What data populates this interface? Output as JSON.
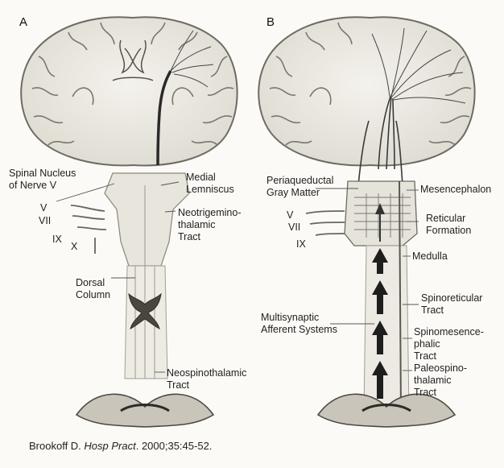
{
  "panels": {
    "a": "A",
    "b": "B"
  },
  "labels_a": {
    "spinal_nucleus_line1": "Spinal Nucleus",
    "spinal_nucleus_line2": "of Nerve V",
    "medial_lemniscus_line1": "Medial",
    "medial_lemniscus_line2": "Lemniscus",
    "nerve_v": "V",
    "nerve_vii": "VII",
    "nerve_ix": "IX",
    "nerve_x": "X",
    "neotrigemino_line1": "Neotrigemino-",
    "neotrigemino_line2": "thalamic",
    "neotrigemino_line3": "Tract",
    "dorsal_column_line1": "Dorsal",
    "dorsal_column_line2": "Column",
    "neospinothalamic_line1": "Neospinothalamic",
    "neospinothalamic_line2": "Tract"
  },
  "labels_b": {
    "periaqueductal_line1": "Periaqueductal",
    "periaqueductal_line2": "Gray Matter",
    "mesencephalon": "Mesencephalon",
    "nerve_v": "V",
    "nerve_vii": "VII",
    "nerve_ix": "IX",
    "reticular_line1": "Reticular",
    "reticular_line2": "Formation",
    "medulla": "Medulla",
    "spinoreticular_line1": "Spinoreticular",
    "spinoreticular_line2": "Tract",
    "multisynaptic_line1": "Multisynaptic",
    "multisynaptic_line2": "Afferent Systems",
    "spinomesence_line1": "Spinomesence-",
    "spinomesence_line2": "phalic",
    "spinomesence_line3": "Tract",
    "paleospino_line1": "Paleospino-",
    "paleospino_line2": "thalamic",
    "paleospino_line3": "Tract"
  },
  "citation": {
    "authors": "Brookoff D. ",
    "journal": "Hosp Pract",
    "details": ". 2000;35:45-52."
  }
}
